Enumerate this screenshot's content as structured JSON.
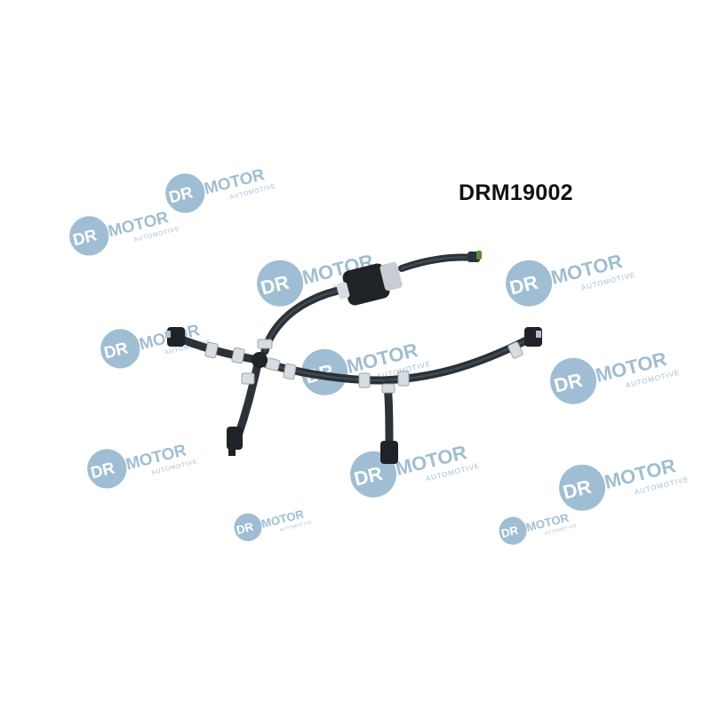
{
  "product": {
    "code": "DRM19002",
    "description_image": "fuel-leak-off-return-hose-assembly"
  },
  "watermark": {
    "brand_text": "DR.MOTOR",
    "tagline_text": "AUTOMOTIVE",
    "badge_color": "#8fb3cc",
    "text_color": "#8fb3cc",
    "badge_text_color": "#ffffff"
  },
  "colors": {
    "background": "#ffffff",
    "hose": "#2b3238",
    "hose_highlight": "#55606a",
    "clamp": "#d8dde1",
    "connector": "#1f2327",
    "code_text": "#111111"
  }
}
